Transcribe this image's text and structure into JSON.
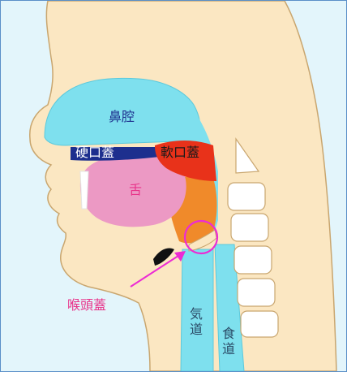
{
  "labels": {
    "nasal_cavity": "鼻腔",
    "hard_palate": "硬口蓋",
    "soft_palate": "軟口蓋",
    "tongue": "舌",
    "epiglottis": "喉頭蓋",
    "trachea": "気道",
    "esophagus": "食道"
  },
  "colors": {
    "background": "#e3f5fb",
    "skin": "#fbe7c2",
    "outline": "#c9a66f",
    "airway": "#7ee0ee",
    "hard_palate": "#1d2f8e",
    "soft_palate": "#e8321a",
    "tongue": "#ec99c4",
    "pharynx": "#f08a2a",
    "vertebra": "#ffffff",
    "highlight": "#ec2bd4",
    "label_text": "#e8338a"
  }
}
